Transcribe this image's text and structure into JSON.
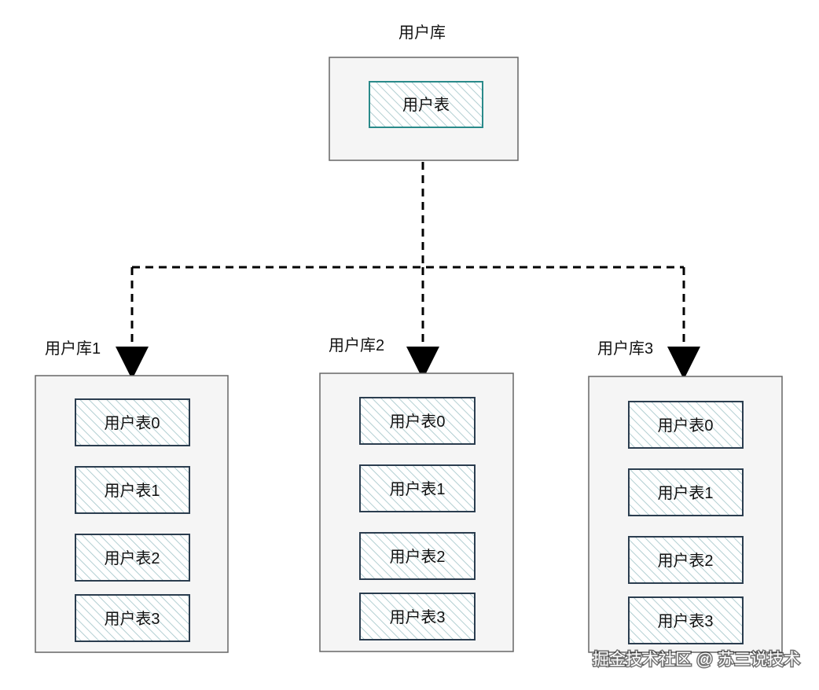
{
  "colors": {
    "db_fill": "#f5f5f5",
    "db_stroke": "#666666",
    "table_fill": "#ffffff",
    "table_hatch": "#9fc3c7",
    "table_stroke": "#2b3d4f",
    "source_table_stroke": "#2a8a8a",
    "connector": "#000000"
  },
  "source": {
    "db_label": "用户库",
    "table_label": "用户表"
  },
  "targets": [
    {
      "db_label": "用户库1",
      "tables": [
        "用户表0",
        "用户表1",
        "用户表2",
        "用户表3"
      ]
    },
    {
      "db_label": "用户库2",
      "tables": [
        "用户表0",
        "用户表1",
        "用户表2",
        "用户表3"
      ]
    },
    {
      "db_label": "用户库3",
      "tables": [
        "用户表0",
        "用户表1",
        "用户表2",
        "用户表3"
      ]
    }
  ],
  "watermark": "掘金技术社区 @ 苏三说技术"
}
